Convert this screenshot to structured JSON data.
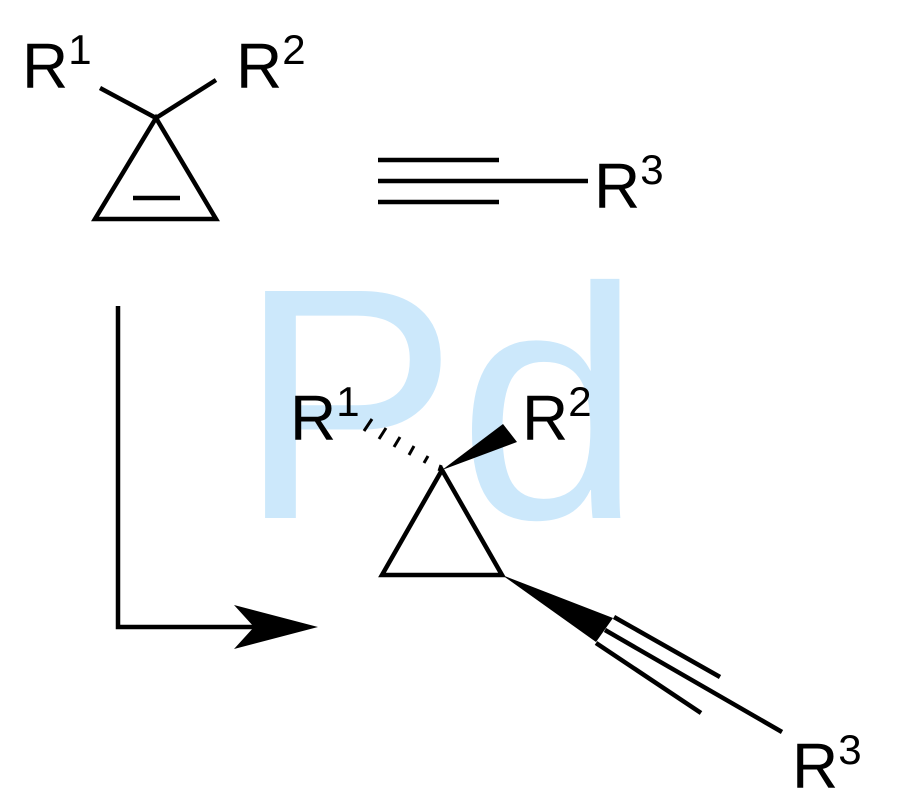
{
  "catalyst": {
    "label": "Pd",
    "color": "#cce8fb"
  },
  "reactants": {
    "cyclopropene": {
      "r1": {
        "base": "R",
        "sup": "1"
      },
      "r2": {
        "base": "R",
        "sup": "2"
      }
    },
    "alkyne": {
      "r3": {
        "base": "R",
        "sup": "3"
      }
    }
  },
  "product": {
    "cyclopropane": {
      "r1": {
        "base": "R",
        "sup": "1"
      },
      "r2": {
        "base": "R",
        "sup": "2"
      },
      "r3": {
        "base": "R",
        "sup": "3"
      }
    }
  },
  "colors": {
    "ink": "#000000",
    "background": "#ffffff"
  }
}
